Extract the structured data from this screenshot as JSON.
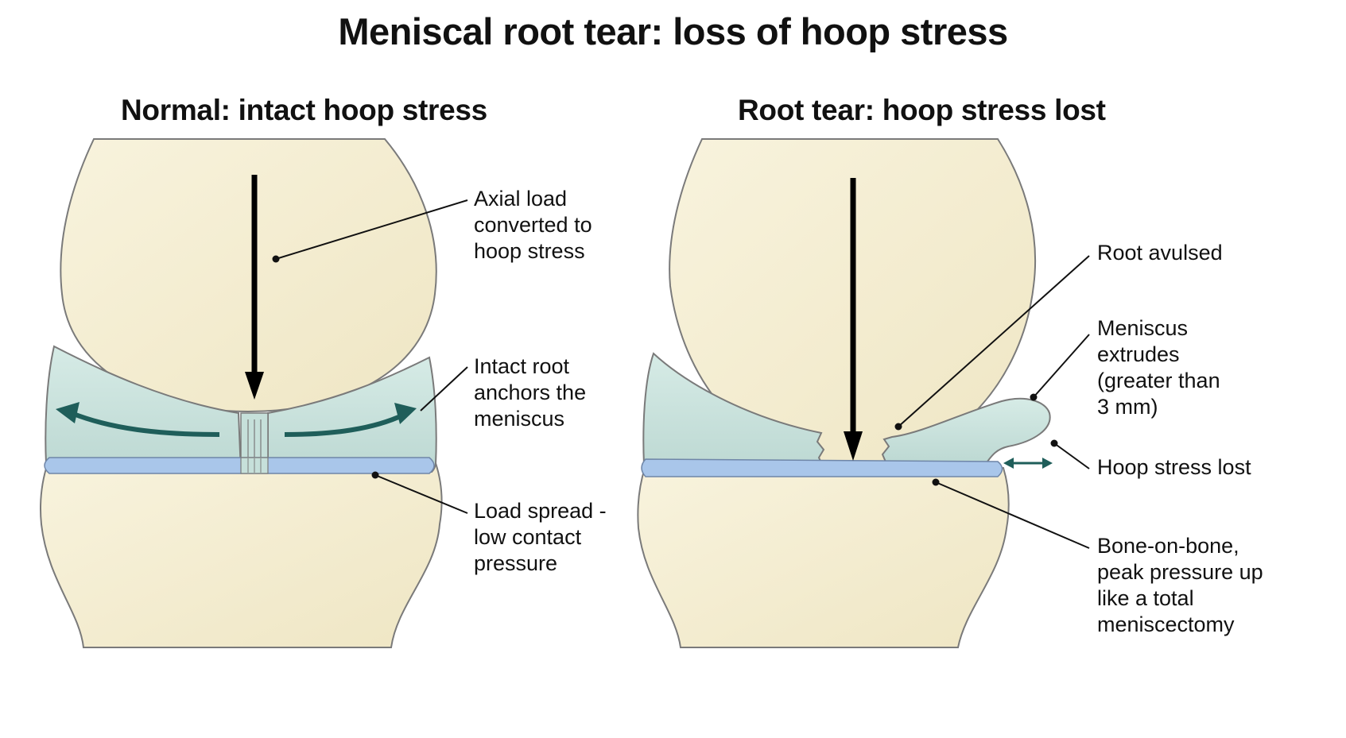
{
  "title": "Meniscal root tear: loss of hoop stress",
  "panels": {
    "normal": {
      "heading": "Normal: intact hoop stress",
      "labels": {
        "axial_load": "Axial load\nconverted to\nhoop stress",
        "intact_root": "Intact root\nanchors the\nmeniscus",
        "load_spread": "Load spread -\nlow contact\npressure"
      }
    },
    "tear": {
      "heading": "Root tear: hoop stress lost",
      "labels": {
        "root_avulsed": "Root avulsed",
        "extrudes": "Meniscus\nextrudes\n(greater than\n3 mm)",
        "hoop_lost": "Hoop stress lost",
        "bone_on_bone": "Bone-on-bone,\npeak pressure up\nlike a total\nmeniscectomy"
      }
    }
  },
  "colors": {
    "bone": "#f6f0d6",
    "bone_outline": "#777777",
    "meniscus": "#cde3de",
    "cartilage": "#a9c6ea",
    "hoop_arrow": "#1f5e5a",
    "load_arrow": "#000000"
  }
}
